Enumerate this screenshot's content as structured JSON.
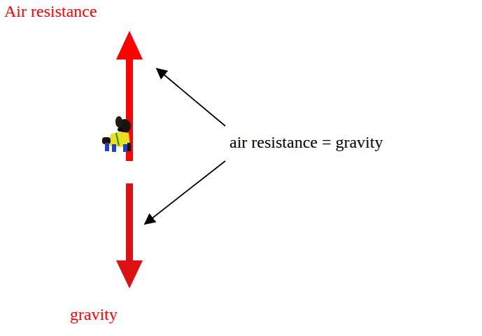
{
  "diagram": {
    "labels": [
      "Air resistance",
      "air resistance = gravity",
      "gravity"
    ]
  }
}
